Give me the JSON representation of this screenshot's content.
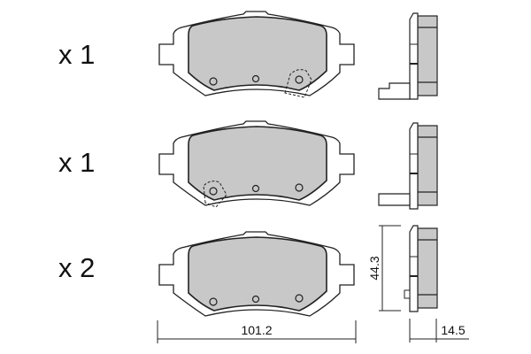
{
  "quantities": [
    "x 1",
    "x 1",
    "x 2"
  ],
  "dimensions": {
    "width": "101.2",
    "height": "44.3",
    "thickness": "14.5"
  },
  "colors": {
    "friction": "#c8c8c8",
    "line": "#222222"
  }
}
